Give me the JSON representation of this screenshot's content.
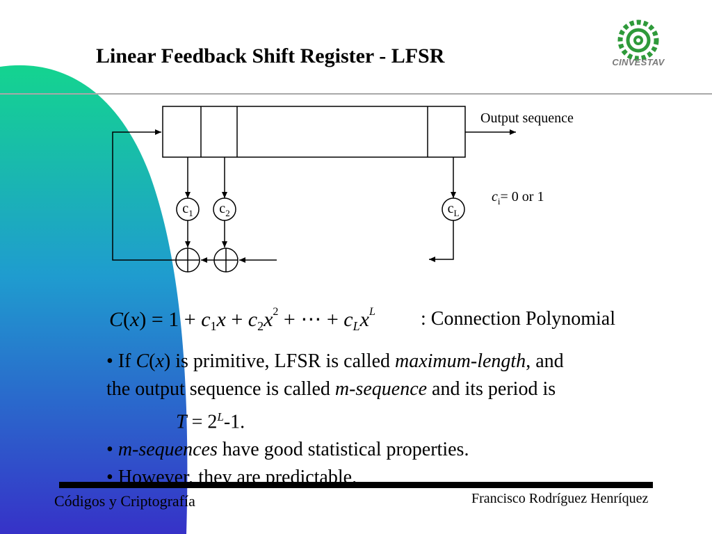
{
  "slide": {
    "title": "Linear Feedback Shift Register - LFSR",
    "logo_text": "CINVESTAV",
    "colors": {
      "gradient_top": "#14d48f",
      "gradient_bottom": "#3632c8",
      "rule": "#a8a8a8"
    }
  },
  "diagram": {
    "output_label": "Output sequence",
    "ci_var": "c",
    "ci_sub": "i",
    "ci_rest": "= 0 or 1",
    "coefficients": [
      {
        "base": "c",
        "sub": "1"
      },
      {
        "base": "c",
        "sub": "2"
      },
      {
        "base": "c",
        "sub": "L"
      }
    ]
  },
  "polynomial": {
    "C": "C",
    "x": "x",
    "one": "1",
    "c": "c",
    "sub1": "1",
    "sub2": "2",
    "subL": "L",
    "exp2": "2",
    "expL": "L",
    "dots": "⋯",
    "label": ": Connection Polynomial"
  },
  "bullets": {
    "b1_a": "• If ",
    "b1_C": "C",
    "b1_x": "x",
    "b1_b": " is primitive, LFSR is called ",
    "b1_max": "maximum-length",
    "b1_c": ", and",
    "b1_line2_a": "the output sequence is called ",
    "b1_mseq": "m-sequence",
    "b1_line2_b": " and its period is",
    "T": "T",
    "eq": " = 2",
    "L": "L",
    "minus1": "-1.",
    "b2_dot": "• ",
    "b2_mseq": "m-sequences",
    "b2_rest": " have good statistical properties.",
    "b3": "• However, they are predictable."
  },
  "footer": {
    "left": "Códigos y Criptografía",
    "right": "Francisco Rodríguez Henríquez"
  }
}
